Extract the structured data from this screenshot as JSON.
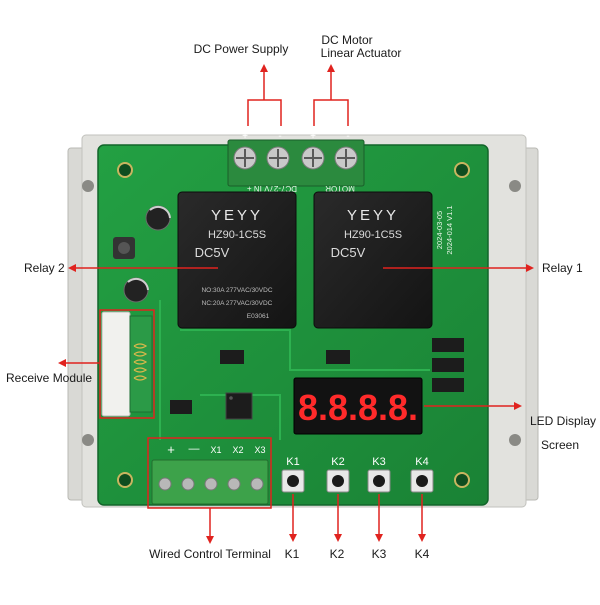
{
  "labels": {
    "dc_power_supply": "DC Power Supply",
    "dc_motor_line1": "DC Motor",
    "dc_motor_line2": "Linear Actuator",
    "relay_2": "Relay 2",
    "relay_1": "Relay 1",
    "receive_module": "Receive Module",
    "led_display_line1": "LED Display",
    "led_display_line2": "Screen",
    "wired_control_terminal": "Wired Control Terminal",
    "k1": "K1",
    "k2": "K2",
    "k3": "K3",
    "k4": "K4"
  },
  "board": {
    "relay_brand": "YEYY",
    "relay_model": "HZ90-1C5S",
    "relay_voltage": "DC5V",
    "relay_rating_no": "NO:30A  277VAC/30VDC",
    "relay_rating_nc": "NC:20A  277VAC/30VDC",
    "relay_code": "E03061",
    "date_line1": "2024-03-05",
    "date_line2": "2024-014 V1.1",
    "power_silk": "DC7-27V IN +",
    "motor_silk": "MOTOR",
    "display_digits": "8.8.8.8.",
    "terminal_plus": "+",
    "terminal_minus": "—",
    "terminal_x1": "X1",
    "terminal_x2": "X2",
    "terminal_x3": "X3",
    "silk_k1": "K1",
    "silk_k2": "K2",
    "silk_k3": "K3",
    "silk_k4": "K4",
    "screw_plus_1": "+",
    "screw_minus_1": "-",
    "screw_plus_2": "+",
    "screw_minus_2": "-"
  },
  "colors": {
    "pcb": "#1f8f3a",
    "pcb_dark": "#167530",
    "enclosure": "#d8d8d4",
    "arrow": "#e0231f",
    "relay": "#1b1b1b",
    "terminal_block": "#3da24a",
    "display_segment": "#ff2a2a"
  }
}
